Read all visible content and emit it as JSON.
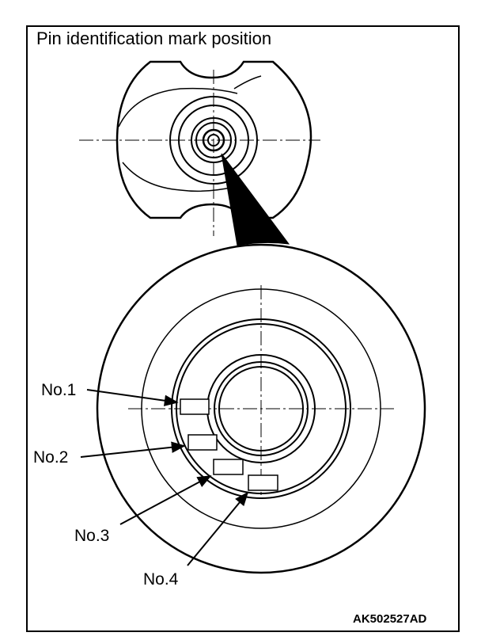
{
  "title": "Pin identification mark position",
  "labels": {
    "no1": "No.1",
    "no2": "No.2",
    "no3": "No.3",
    "no4": "No.4"
  },
  "figure_code": "AK502527AD"
}
